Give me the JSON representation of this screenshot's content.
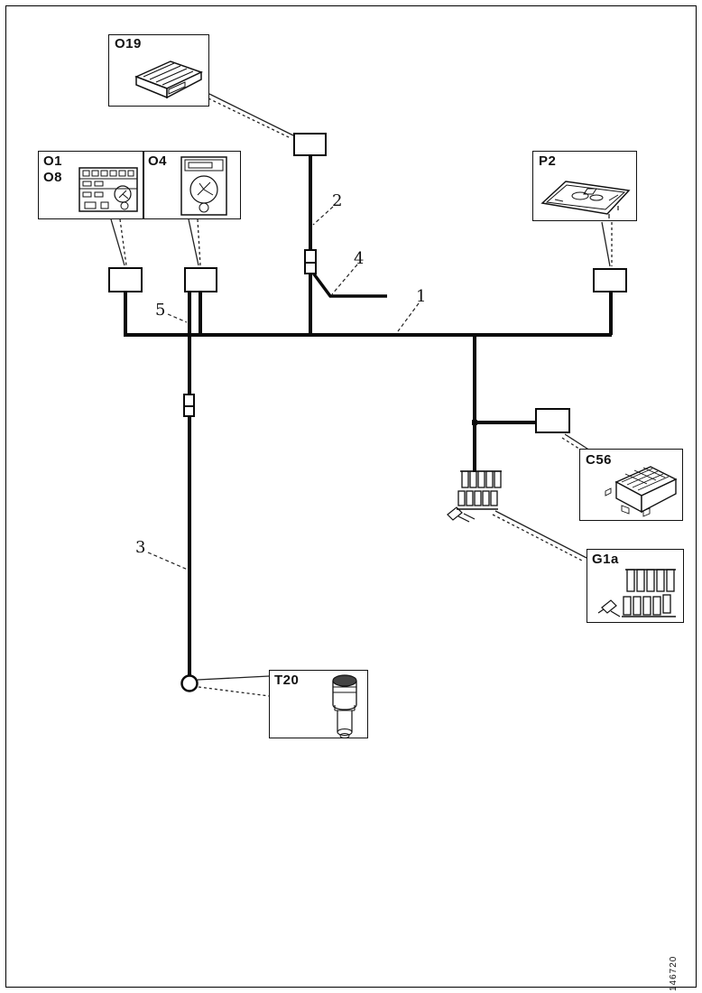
{
  "diagram": {
    "figure_number": "146720",
    "boxes": {
      "o19": "O19",
      "o1": "O1",
      "o8": "O8",
      "o4": "O4",
      "p2": "P2",
      "c56": "C56",
      "g1a": "G1a",
      "t20": "T20"
    },
    "wire_numbers": {
      "n1": "1",
      "n2": "2",
      "n3": "3",
      "n4": "4",
      "n5": "5"
    }
  }
}
